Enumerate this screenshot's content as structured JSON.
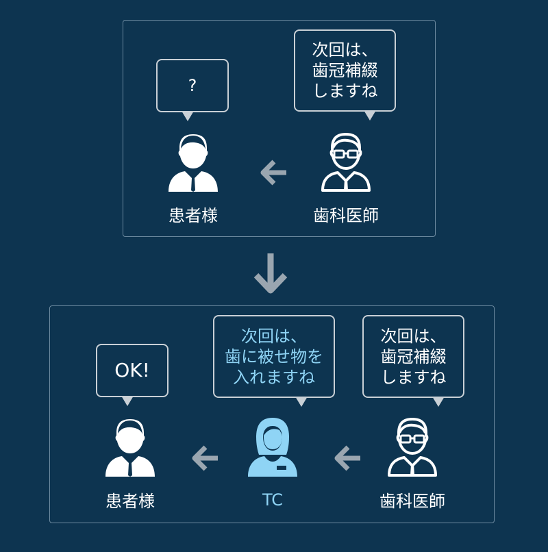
{
  "colors": {
    "background": "#0d3450",
    "panel_border": "#6e8ba1",
    "bubble_border": "#c9d0d6",
    "person_white": "#ffffff",
    "tc_blue": "#8fd4f5",
    "arrow_gray": "#9aa6b0"
  },
  "top": {
    "patient_bubble": "?",
    "dentist_bubble": "次回は、\n歯冠補綴\nしますね",
    "patient_label": "患者様",
    "dentist_label": "歯科医師"
  },
  "bottom": {
    "patient_bubble": "OK!",
    "tc_bubble": "次回は、\n歯に被せ物を\n入れますね",
    "dentist_bubble": "次回は、\n歯冠補綴\nしますね",
    "patient_label": "患者様",
    "tc_label": "TC",
    "dentist_label": "歯科医師"
  },
  "icons": {
    "patient": "person-suit-icon",
    "dentist": "person-glasses-suit-icon",
    "tc": "person-woman-icon",
    "left_arrow": "arrow-left-icon",
    "down_arrow": "arrow-down-icon"
  }
}
